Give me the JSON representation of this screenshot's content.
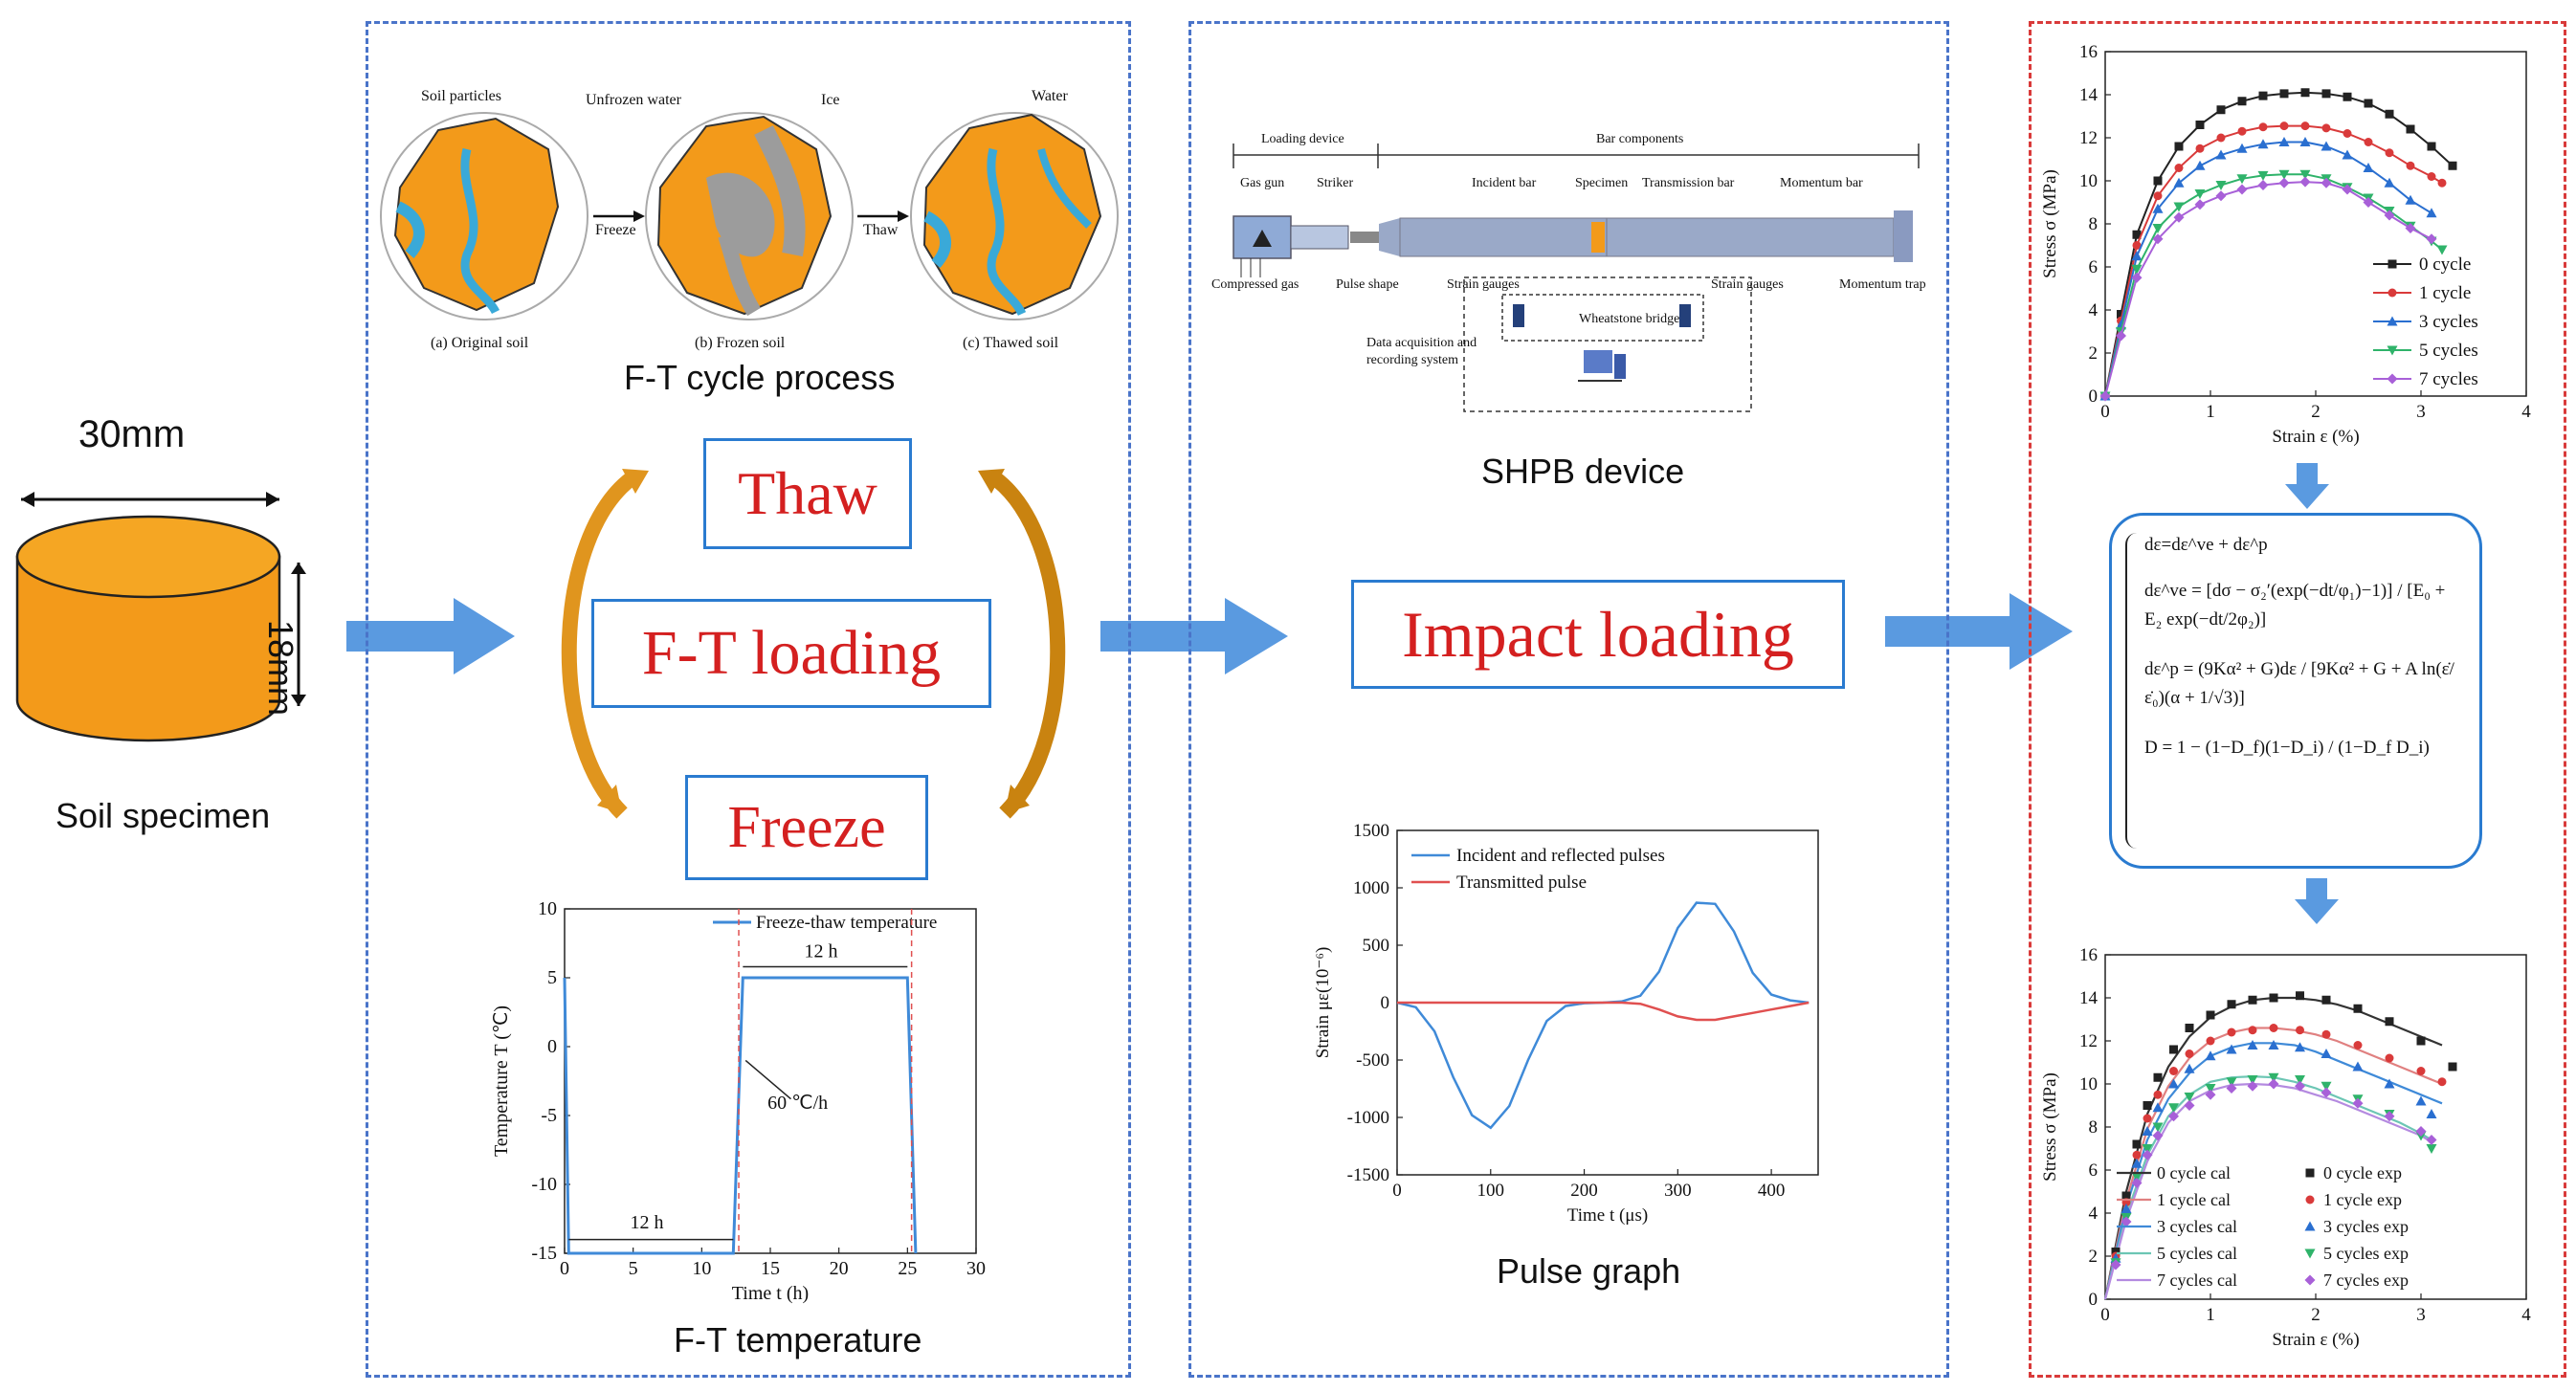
{
  "specimen": {
    "width": "30mm",
    "height": "18mm",
    "caption": "Soil specimen"
  },
  "ft_panel": {
    "process_caption": "F-T cycle process",
    "labels": {
      "soil_particles": "Soil particles",
      "unfrozen_water": "Unfrozen water",
      "ice": "Ice",
      "water": "Water",
      "freeze_arrow": "Freeze",
      "thaw_arrow": "Thaw",
      "original": "(a) Original soil",
      "frozen": "(b) Frozen soil",
      "thawed": "(c) Thawed soil"
    },
    "thaw_box": "Thaw",
    "loading_box": "F-T loading",
    "freeze_box": "Freeze",
    "temperature_caption": "F-T temperature"
  },
  "impact_panel": {
    "device_caption": "SHPB device",
    "device_labels": {
      "loading_device": "Loading device",
      "bar_components": "Bar components",
      "gas_gun": "Gas gun",
      "striker": "Striker",
      "incident_bar": "Incident bar",
      "specimen": "Specimen",
      "transmission_bar": "Transmission bar",
      "momentum_bar": "Momentum bar",
      "compressed_gas": "Compressed gas",
      "pulse_shaper": "Pulse shape",
      "strain_gauges_left": "Strain gauges",
      "strain_gauges_right": "Strain gauges",
      "momentum_trap": "Momentum trap",
      "wheatstone": "Wheatstone bridge",
      "daq": "Data acquisition and recording system"
    },
    "loading_box": "Impact loading",
    "pulse_caption": "Pulse graph"
  },
  "model_equations": [
    "dε=dε^ve + dε^p",
    "dε^ve = [dσ − σ₂′(exp(−dt/φ₁)−1)] / [E₀ + E₂ exp(−dt/2φ₂)]",
    "dε^p = (9Kα² + G)dε / [9Kα² + G + A ln(ε̇/ε̇₀)(α + 1/√3)]",
    "D = 1 − (1−D_f)(1−D_i) / (1−D_f D_i)"
  ],
  "chart_data": [
    {
      "type": "line",
      "name_ref": "ft_temperature",
      "legend": [
        "Freeze-thaw temperature"
      ],
      "xlabel": "Time t (h)",
      "ylabel": "Temperature T (℃)",
      "xlim": [
        0,
        30
      ],
      "ylim": [
        -15,
        10
      ],
      "xticks": [
        0,
        5,
        10,
        15,
        20,
        25,
        30
      ],
      "yticks": [
        -15,
        -10,
        -5,
        0,
        5,
        10
      ],
      "series": [
        {
          "name": "Freeze-thaw temperature",
          "x": [
            0,
            0.3,
            12.3,
            13,
            25,
            25.6
          ],
          "y": [
            5,
            -15,
            -15,
            5,
            5,
            -15
          ]
        }
      ],
      "annotations": [
        "12 h",
        "12 h",
        "60 ℃/h"
      ],
      "annotation_positions": [
        [
          6,
          -13.2
        ],
        [
          18.7,
          6.5
        ],
        [
          17,
          -4.5
        ]
      ]
    },
    {
      "type": "line",
      "name_ref": "pulse_graph",
      "legend": [
        "Incident and reflected pulses",
        "Transmitted pulse"
      ],
      "xlabel": "Time t (μs)",
      "ylabel": "Strain με(10⁻⁶)",
      "xlim": [
        0,
        450
      ],
      "ylim": [
        -1500,
        1500
      ],
      "xticks": [
        0,
        100,
        200,
        300,
        400
      ],
      "yticks": [
        -1500,
        -1000,
        -500,
        0,
        500,
        1000,
        1500
      ],
      "series": [
        {
          "name": "Incident and reflected pulses",
          "x": [
            0,
            20,
            40,
            60,
            80,
            100,
            120,
            140,
            160,
            180,
            200,
            220,
            240,
            260,
            280,
            300,
            320,
            340,
            360,
            380,
            400,
            420,
            440
          ],
          "y": [
            0,
            -40,
            -250,
            -650,
            -980,
            -1090,
            -900,
            -500,
            -160,
            -30,
            -5,
            0,
            10,
            60,
            270,
            650,
            870,
            860,
            620,
            260,
            70,
            20,
            0
          ]
        },
        {
          "name": "Transmitted pulse",
          "x": [
            0,
            240,
            260,
            280,
            300,
            320,
            340,
            360,
            380,
            400,
            420,
            440
          ],
          "y": [
            0,
            0,
            -10,
            -60,
            -120,
            -150,
            -150,
            -120,
            -90,
            -60,
            -30,
            0
          ]
        }
      ]
    },
    {
      "type": "line",
      "name_ref": "stress_strain_experimental",
      "xlabel": "Strain ε (%)",
      "ylabel": "Stress σ (MPa)",
      "xlim": [
        0,
        4
      ],
      "ylim": [
        0,
        16
      ],
      "xticks": [
        0,
        1,
        2,
        3,
        4
      ],
      "yticks": [
        0,
        2,
        4,
        6,
        8,
        10,
        12,
        14,
        16
      ],
      "legend": [
        "0 cycle",
        "1 cycle",
        "3 cycles",
        "5 cycles",
        "7 cycles"
      ],
      "series": [
        {
          "name": "0 cycle",
          "color": "#222222",
          "x": [
            0,
            0.15,
            0.3,
            0.5,
            0.7,
            0.9,
            1.1,
            1.3,
            1.5,
            1.7,
            1.9,
            2.1,
            2.3,
            2.5,
            2.7,
            2.9,
            3.1,
            3.3
          ],
          "y": [
            0,
            3.8,
            7.5,
            10.0,
            11.6,
            12.6,
            13.3,
            13.7,
            13.95,
            14.05,
            14.1,
            14.05,
            13.9,
            13.6,
            13.1,
            12.4,
            11.6,
            10.7
          ]
        },
        {
          "name": "1 cycle",
          "color": "#d93a3a",
          "x": [
            0,
            0.15,
            0.3,
            0.5,
            0.7,
            0.9,
            1.1,
            1.3,
            1.5,
            1.7,
            1.9,
            2.1,
            2.3,
            2.5,
            2.7,
            2.9,
            3.1,
            3.2
          ],
          "y": [
            0,
            3.5,
            7.0,
            9.3,
            10.6,
            11.5,
            12.0,
            12.3,
            12.5,
            12.55,
            12.55,
            12.45,
            12.2,
            11.8,
            11.3,
            10.7,
            10.2,
            9.9
          ]
        },
        {
          "name": "3 cycles",
          "color": "#2a6fd0",
          "x": [
            0,
            0.15,
            0.3,
            0.5,
            0.7,
            0.9,
            1.1,
            1.3,
            1.5,
            1.7,
            1.9,
            2.1,
            2.3,
            2.5,
            2.7,
            2.9,
            3.1
          ],
          "y": [
            0,
            3.3,
            6.5,
            8.7,
            9.9,
            10.7,
            11.2,
            11.5,
            11.7,
            11.8,
            11.8,
            11.6,
            11.2,
            10.6,
            9.9,
            9.1,
            8.5
          ]
        },
        {
          "name": "5 cycles",
          "color": "#2fb36a",
          "x": [
            0,
            0.15,
            0.3,
            0.5,
            0.7,
            0.9,
            1.1,
            1.3,
            1.5,
            1.7,
            1.9,
            2.1,
            2.3,
            2.5,
            2.7,
            2.9,
            3.1,
            3.2
          ],
          "y": [
            0,
            3.0,
            5.9,
            7.8,
            8.8,
            9.4,
            9.8,
            10.1,
            10.25,
            10.3,
            10.3,
            10.1,
            9.7,
            9.2,
            8.6,
            7.9,
            7.2,
            6.8
          ]
        },
        {
          "name": "7 cycles",
          "color": "#a860d8",
          "x": [
            0,
            0.15,
            0.3,
            0.5,
            0.7,
            0.9,
            1.1,
            1.3,
            1.5,
            1.7,
            1.9,
            2.1,
            2.3,
            2.5,
            2.7,
            2.9,
            3.1
          ],
          "y": [
            0,
            2.8,
            5.5,
            7.3,
            8.3,
            8.9,
            9.3,
            9.6,
            9.8,
            9.9,
            9.95,
            9.9,
            9.6,
            9.0,
            8.4,
            7.8,
            7.3
          ]
        }
      ]
    },
    {
      "type": "line",
      "name_ref": "stress_strain_model",
      "xlabel": "Strain ε (%)",
      "ylabel": "Stress σ (MPa)",
      "xlim": [
        0,
        4
      ],
      "ylim": [
        0,
        16
      ],
      "xticks": [
        0,
        1,
        2,
        3,
        4
      ],
      "yticks": [
        0,
        2,
        4,
        6,
        8,
        10,
        12,
        14,
        16
      ],
      "legend": [
        "0 cycle cal",
        "1 cycle cal",
        "3 cycles cal",
        "5 cycles cal",
        "7 cycles cal",
        "0 cycle exp",
        "1 cycle exp",
        "3 cycles exp",
        "5 cycles exp",
        "7 cycles exp"
      ],
      "series": [
        {
          "name": "0 cycle cal",
          "color": "#333333",
          "kind": "line",
          "x": [
            0,
            0.2,
            0.4,
            0.6,
            0.8,
            1.0,
            1.2,
            1.4,
            1.6,
            1.8,
            2.0,
            2.2,
            2.4,
            2.6,
            2.8,
            3.0,
            3.2
          ],
          "y": [
            0,
            5.0,
            8.6,
            10.8,
            12.2,
            13.1,
            13.6,
            13.9,
            14.0,
            14.0,
            13.9,
            13.7,
            13.4,
            13.0,
            12.6,
            12.2,
            11.8
          ]
        },
        {
          "name": "1 cycle cal",
          "color": "#e08080",
          "kind": "line",
          "x": [
            0,
            0.2,
            0.4,
            0.6,
            0.8,
            1.0,
            1.2,
            1.4,
            1.6,
            1.8,
            2.0,
            2.2,
            2.4,
            2.6,
            2.8,
            3.0,
            3.2
          ],
          "y": [
            0,
            4.6,
            7.9,
            9.9,
            11.2,
            12.0,
            12.4,
            12.6,
            12.6,
            12.5,
            12.3,
            12.0,
            11.6,
            11.2,
            10.8,
            10.4,
            10.0
          ]
        },
        {
          "name": "3 cycles cal",
          "color": "#3f8ad8",
          "kind": "line",
          "x": [
            0,
            0.2,
            0.4,
            0.6,
            0.8,
            1.0,
            1.2,
            1.4,
            1.6,
            1.8,
            2.0,
            2.2,
            2.4,
            2.6,
            2.8,
            3.0,
            3.2
          ],
          "y": [
            0,
            4.3,
            7.4,
            9.3,
            10.5,
            11.3,
            11.7,
            11.9,
            11.9,
            11.8,
            11.5,
            11.1,
            10.7,
            10.3,
            9.9,
            9.5,
            9.1
          ]
        },
        {
          "name": "5 cycles cal",
          "color": "#6cc6b4",
          "kind": "line",
          "x": [
            0,
            0.2,
            0.4,
            0.6,
            0.8,
            1.0,
            1.2,
            1.4,
            1.6,
            1.8,
            2.0,
            2.2,
            2.4,
            2.6,
            2.8,
            3.0,
            3.1
          ],
          "y": [
            0,
            3.9,
            6.7,
            8.5,
            9.5,
            10.1,
            10.3,
            10.35,
            10.3,
            10.1,
            9.8,
            9.4,
            9.0,
            8.6,
            8.2,
            7.7,
            7.4
          ]
        },
        {
          "name": "7 cycles cal",
          "color": "#b48ae0",
          "kind": "line",
          "x": [
            0,
            0.2,
            0.4,
            0.6,
            0.8,
            1.0,
            1.2,
            1.4,
            1.6,
            1.8,
            2.0,
            2.2,
            2.4,
            2.6,
            2.8,
            3.0,
            3.1
          ],
          "y": [
            0,
            3.7,
            6.4,
            8.2,
            9.2,
            9.7,
            9.95,
            10.0,
            9.95,
            9.8,
            9.5,
            9.2,
            8.8,
            8.4,
            8.0,
            7.6,
            7.3
          ]
        },
        {
          "name": "0 cycle exp",
          "color": "#222222",
          "kind": "marker",
          "x": [
            0.1,
            0.2,
            0.3,
            0.4,
            0.5,
            0.65,
            0.8,
            1.0,
            1.2,
            1.4,
            1.6,
            1.85,
            2.1,
            2.4,
            2.7,
            3.0,
            3.3
          ],
          "y": [
            2.2,
            4.8,
            7.2,
            9.0,
            10.3,
            11.6,
            12.6,
            13.2,
            13.7,
            13.9,
            14.0,
            14.1,
            13.9,
            13.5,
            12.9,
            12.0,
            10.8
          ]
        },
        {
          "name": "1 cycle exp",
          "color": "#d93a3a",
          "kind": "marker",
          "x": [
            0.1,
            0.2,
            0.3,
            0.4,
            0.5,
            0.65,
            0.8,
            1.0,
            1.2,
            1.4,
            1.6,
            1.85,
            2.1,
            2.4,
            2.7,
            3.0,
            3.2
          ],
          "y": [
            2.0,
            4.5,
            6.7,
            8.4,
            9.5,
            10.6,
            11.4,
            12.0,
            12.4,
            12.5,
            12.6,
            12.5,
            12.3,
            11.8,
            11.2,
            10.6,
            10.1
          ]
        },
        {
          "name": "3 cycles exp",
          "color": "#2a6fd0",
          "kind": "marker",
          "x": [
            0.1,
            0.2,
            0.3,
            0.4,
            0.5,
            0.65,
            0.8,
            1.0,
            1.2,
            1.4,
            1.6,
            1.85,
            2.1,
            2.4,
            2.7,
            3.0,
            3.1
          ],
          "y": [
            1.9,
            4.2,
            6.3,
            7.8,
            8.9,
            10.0,
            10.7,
            11.3,
            11.6,
            11.8,
            11.8,
            11.7,
            11.4,
            10.8,
            10.0,
            9.2,
            8.6
          ]
        },
        {
          "name": "5 cycles exp",
          "color": "#2fb36a",
          "kind": "marker",
          "x": [
            0.1,
            0.2,
            0.3,
            0.4,
            0.5,
            0.65,
            0.8,
            1.0,
            1.2,
            1.4,
            1.6,
            1.85,
            2.1,
            2.4,
            2.7,
            3.0,
            3.1
          ],
          "y": [
            1.7,
            3.8,
            5.7,
            7.0,
            8.0,
            8.9,
            9.4,
            9.8,
            10.1,
            10.2,
            10.3,
            10.2,
            9.9,
            9.3,
            8.6,
            7.6,
            7.0
          ]
        },
        {
          "name": "7 cycles exp",
          "color": "#a860d8",
          "kind": "marker",
          "x": [
            0.1,
            0.2,
            0.3,
            0.4,
            0.5,
            0.65,
            0.8,
            1.0,
            1.2,
            1.4,
            1.6,
            1.85,
            2.1,
            2.4,
            2.7,
            3.0,
            3.1
          ],
          "y": [
            1.6,
            3.6,
            5.4,
            6.7,
            7.6,
            8.5,
            9.0,
            9.5,
            9.8,
            9.9,
            10.0,
            9.9,
            9.6,
            9.1,
            8.5,
            7.8,
            7.4
          ]
        }
      ]
    }
  ],
  "colors": {
    "panel_blue": "#4a74c9",
    "panel_red": "#d93a3a",
    "arrow_blue": "#5a9ae0",
    "soil_orange": "#f39a1a",
    "box_text_red": "#d42020"
  }
}
